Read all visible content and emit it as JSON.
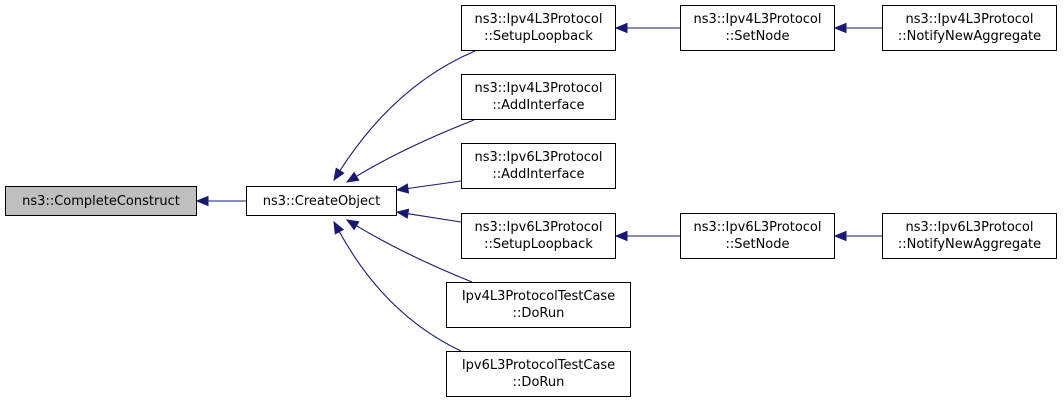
{
  "diagram": {
    "colors": {
      "edge": "#191970",
      "node_border": "#000000",
      "node_fill": "#ffffff",
      "current_node_fill": "#bfbfbf"
    },
    "nodes": [
      {
        "id": "complete-construct",
        "lines": [
          "ns3::CompleteConstruct"
        ],
        "current": true
      },
      {
        "id": "create-object",
        "lines": [
          "ns3::CreateObject"
        ]
      },
      {
        "id": "ipv4-setup-loopback",
        "lines": [
          "ns3::Ipv4L3Protocol",
          "::SetupLoopback"
        ]
      },
      {
        "id": "ipv4-add-interface",
        "lines": [
          "ns3::Ipv4L3Protocol",
          "::AddInterface"
        ]
      },
      {
        "id": "ipv6-add-interface",
        "lines": [
          "ns3::Ipv6L3Protocol",
          "::AddInterface"
        ]
      },
      {
        "id": "ipv6-setup-loopback",
        "lines": [
          "ns3::Ipv6L3Protocol",
          "::SetupLoopback"
        ]
      },
      {
        "id": "ipv4-testcase-dorun",
        "lines": [
          "Ipv4L3ProtocolTestCase",
          "::DoRun"
        ]
      },
      {
        "id": "ipv6-testcase-dorun",
        "lines": [
          "Ipv6L3ProtocolTestCase",
          "::DoRun"
        ]
      },
      {
        "id": "ipv4-set-node",
        "lines": [
          "ns3::Ipv4L3Protocol",
          "::SetNode"
        ]
      },
      {
        "id": "ipv4-notify-new-aggregate",
        "lines": [
          "ns3::Ipv4L3Protocol",
          "::NotifyNewAggregate"
        ]
      },
      {
        "id": "ipv6-set-node",
        "lines": [
          "ns3::Ipv6L3Protocol",
          "::SetNode"
        ]
      },
      {
        "id": "ipv6-notify-new-aggregate",
        "lines": [
          "ns3::Ipv6L3Protocol",
          "::NotifyNewAggregate"
        ]
      }
    ],
    "edges": [
      {
        "from": "create-object",
        "to": "complete-construct"
      },
      {
        "from": "ipv4-setup-loopback",
        "to": "create-object"
      },
      {
        "from": "ipv4-add-interface",
        "to": "create-object"
      },
      {
        "from": "ipv6-add-interface",
        "to": "create-object"
      },
      {
        "from": "ipv6-setup-loopback",
        "to": "create-object"
      },
      {
        "from": "ipv4-testcase-dorun",
        "to": "create-object"
      },
      {
        "from": "ipv6-testcase-dorun",
        "to": "create-object"
      },
      {
        "from": "ipv4-set-node",
        "to": "ipv4-setup-loopback"
      },
      {
        "from": "ipv4-notify-new-aggregate",
        "to": "ipv4-set-node"
      },
      {
        "from": "ipv6-set-node",
        "to": "ipv6-setup-loopback"
      },
      {
        "from": "ipv6-notify-new-aggregate",
        "to": "ipv6-set-node"
      }
    ]
  }
}
